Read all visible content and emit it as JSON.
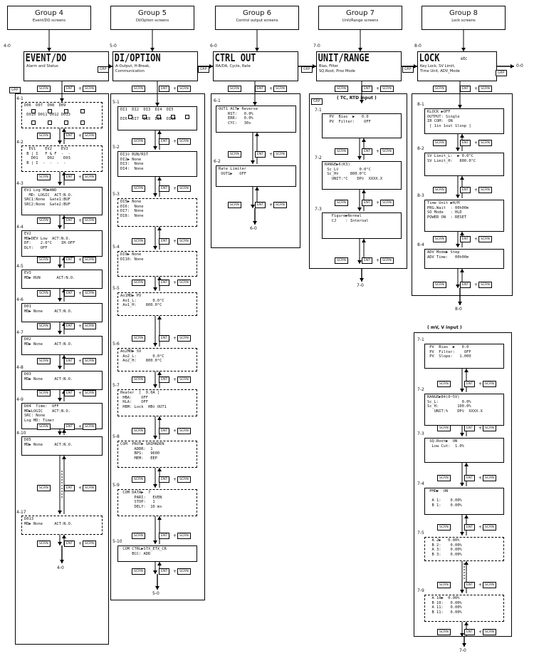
{
  "groups": [
    {
      "title": "Group 4",
      "sub": "Event/DO screens"
    },
    {
      "title": "Group 5",
      "sub": "DI/Option screens"
    },
    {
      "title": "Group 6",
      "sub": "Control output screens"
    },
    {
      "title": "Group 7",
      "sub": "Unit/Range screens"
    },
    {
      "title": "Group 8",
      "sub": "Lock screens"
    }
  ],
  "mains": [
    {
      "num": "4-0",
      "title": "EVENT/DO",
      "sub1": "Alarm and Status",
      "sub2": ""
    },
    {
      "num": "5-0",
      "title": "DI/OPTION",
      "sub1": "A-Output, H-Break,",
      "sub2": "Communication"
    },
    {
      "num": "6-0",
      "title": "CTRL OUT",
      "sub1": "RA/DA, Cycle, Rate",
      "sub2": ""
    },
    {
      "num": "7-0",
      "title": "UNIT/RANGE",
      "sub1": "Bias, Filter",
      "sub2": "SQ.Root, Prox Mode"
    },
    {
      "num": "8-0",
      "title": "LOCK",
      "sub1": "Key Lock, SV Limit,",
      "sub2": "Time Unit, ADV_Mode"
    }
  ],
  "lock_etc": "etc",
  "labels": {
    "grp": "GRP",
    "scrn": "SCRN",
    "ent": "ENT",
    "plus": "+",
    "return_00": "0-0"
  },
  "g4": [
    {
      "id": "4-1",
      "text": "D06  D07  D08  D09\n\n D010 D011 D012 D013"
    },
    {
      "id": "4-2",
      "text": "  EV1    EV2    EV3\n B | I   F & F  -  -\n   D01    D02    D03\n B | I  -  -  -  -"
    },
    {
      "id": "4-3",
      "text": "EV1 Log MD▶AND\n  MD: LOGIC  ACT:N.O.\nSRC1:None  Gate1:BUF\nSRC2:None  Gate2:BUF"
    },
    {
      "id": "4-4",
      "text": "EV2\nMD▶DEV Low  ACT:N.O.\nDF:    2.0°C    IH:OFF\nDLY:   OFF"
    },
    {
      "id": "4-5",
      "text": "EV3\nMD▶ RUN       ACT:N.O."
    },
    {
      "id": "4-6",
      "text": "D01\nMD▶ None     ACT:N.O."
    },
    {
      "id": "4-7",
      "text": "D02\nMD▶ None     ACT:N.O."
    },
    {
      "id": "4-8",
      "text": "D03\nMD▶ None     ACT:N.O."
    },
    {
      "id": "4-9",
      "text": "D04  Time:  OFF\nMD▶LOGIC    ACT:N.O.\nSRC: None\nLog MD: Timer"
    },
    {
      "id": "4-10",
      "text": "D05\nMD▶ None     ACT:N.O."
    },
    {
      "id": "4-17",
      "text": "D013\nMD▶ None     ACT:N.O."
    }
  ],
  "g4_return": "4-0",
  "g5": [
    {
      "id": "5-1",
      "text": "DI1  DI2  DI3  DI4  DI5\n\nDI6  DI7  DI8  DI9  DI10"
    },
    {
      "id": "5-2",
      "text": "DI1♀ RUN/RST\nDI2▶ None\nDI3:  None\nDI4:  None"
    },
    {
      "id": "5-3",
      "text": "DI5▶ None\nDI6:  None\nDI7:  None\nDI8:  None"
    },
    {
      "id": "5-4",
      "text": "DI9▶ None\nDI10: None"
    },
    {
      "id": "5-5",
      "text": "Ao1MD▶ PV\n Ao1_L:       0.0°C\n Ao1_H:    800.0°C"
    },
    {
      "id": "5-6",
      "text": "Ao2MD▶ SV\n Ao2_L:       0.0°C\n Ao2_H:    800.0°C"
    },
    {
      "id": "5-7",
      "text": "Heater  [  0.0A ]\n HBA:    OFF\n HLA:    OFF\n HBM: Lock  HB♀ OUT1"
    },
    {
      "id": "5-8",
      "text": "COM  PROT▶ SHIMADEN\n      ADDR:  1\n      BPS:   9600\n      MEM:   EEP"
    },
    {
      "id": "5-9",
      "text": " COM DATA▶  7\n      PARI:   EVEN\n      STOP:   1\n      DELY:  10 ms"
    },
    {
      "id": "5-10",
      "text": " COM CTRL▶STX_ETX_CR\n     BCC: ADD"
    }
  ],
  "g5_return": "5-0",
  "g6": [
    {
      "id": "6-1",
      "text": "OUT1 ACT▶ Reverse\n    RST:   0.0%\n    ERR:   0.0%\n    CYC:   30s"
    },
    {
      "id": "6-2",
      "text": "Rate Limiter\n OUT1▶   OFF"
    }
  ],
  "g6_return": "6-0",
  "g7_tc_title": "( TC, RTD input )",
  "g7_tc": [
    {
      "id": "7-1",
      "text": "  PV  Bias  ▶   0.0\n  PV  Filter:    OFF"
    },
    {
      "id": "7-2",
      "text": "RANGE▶6(K3)\n Sc_L♀         0.0°C\n Sc_H♀     800.0°C\n   UNIT:°C    DP♀  XXXX.X"
    },
    {
      "id": "7-3",
      "text": "   Figure▶Normal\n   CJ    : Internal"
    }
  ],
  "g7_return": "7-0",
  "g8": [
    {
      "id": "8-1",
      "text": "KLOCK ▶OFF\nOUTPUT: Single\nIR COM:  ON\n [ 1in 1out 1loop ]"
    },
    {
      "id": "8-2",
      "text": "SV Limit_L:  ▶ 0.0°C\nSV Limit_H:   800.0°C"
    },
    {
      "id": "8-3",
      "text": "Time Unit ▶H/M\nPRG.Wait  : 00h00m\nSO Mode   : HLD\nPOWER ON  : RESET"
    },
    {
      "id": "8-4",
      "text": "ADV Mode▶ Step\nADV Time:   00h00m"
    }
  ],
  "g8_return": "8-0",
  "g7_mv_title": "( mV, V input )",
  "g7_mv": [
    {
      "id": "7-1",
      "text": " PV  Bias  ▶   0.0\n PV  Filter:    OFF\n PV  Slope:   1.000"
    },
    {
      "id": "7-2",
      "text": "RANGE▶84(0~5V)\nSc_L:          0.0%\nSc_H:        100.0%\n   UNIT:%    DP♀  XXXX.X"
    },
    {
      "id": "7-3",
      "text": " SQ.Root▶  ON\n  Low Cut:  1.0%"
    },
    {
      "id": "7-4",
      "text": " PMD▶  ON\n\n  A 1:    0.00%\n  B 1:    0.00%"
    },
    {
      "id": "7-5",
      "text": "  A 2▶   0.00%\n  B 2:    0.00%\n  A 3:    0.00%\n  B 3:    0.00%"
    },
    {
      "id": "7-9",
      "text": "  A 10▶  0.00%\n  B 10:   0.00%\n  A 11:   0.00%\n  B 11:   0.00%"
    }
  ],
  "g7_mv_return": "7-0"
}
